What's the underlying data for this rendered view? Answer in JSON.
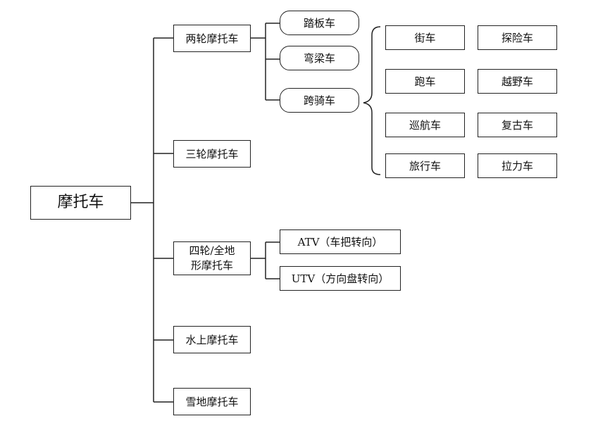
{
  "diagram": {
    "root": {
      "label": "摩托车"
    },
    "categories": {
      "two_wheel": {
        "label": "两轮摩托车",
        "subtypes": {
          "scooter": "踏板车",
          "underbone": "弯梁车",
          "straddle": "跨骑车"
        },
        "straddle_types": [
          "街车",
          "探险车",
          "跑车",
          "越野车",
          "巡航车",
          "复古车",
          "旅行车",
          "拉力车"
        ]
      },
      "three_wheel": {
        "label": "三轮摩托车"
      },
      "four_wheel": {
        "label_line1": "四轮/全地",
        "label_line2": "形摩托车",
        "subtypes": {
          "atv": "ATV（车把转向）",
          "utv": "UTV（方向盘转向）"
        }
      },
      "water": {
        "label": "水上摩托车"
      },
      "snow": {
        "label": "雪地摩托车"
      }
    }
  }
}
